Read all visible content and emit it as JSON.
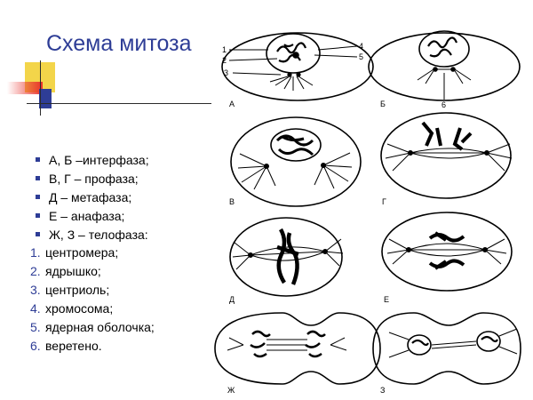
{
  "slide": {
    "title": "Схема митоза",
    "stages": [
      "А, Б –интерфаза;",
      "В, Г – профаза;",
      "Д – метафаза;",
      "Е – анафаза;",
      "Ж, З – телофаза:"
    ],
    "legend": [
      {
        "num": "1.",
        "text": "центромера;"
      },
      {
        "num": "2.",
        "text": "ядрышко;"
      },
      {
        "num": "3.",
        "text": "центриоль;"
      },
      {
        "num": "4.",
        "text": "хромосома;"
      },
      {
        "num": "5.",
        "text": "ядерная оболочка;"
      },
      {
        "num": "6.",
        "text": "веретено."
      }
    ]
  },
  "figure": {
    "panel_labels": [
      "А",
      "Б",
      "В",
      "Г",
      "Д",
      "Е",
      "Ж",
      "З"
    ],
    "callouts": {
      "left": [
        "1",
        "2",
        "3"
      ],
      "right": [
        "4",
        "5"
      ],
      "bottom": "6"
    }
  },
  "colors": {
    "title": "#2e3d96",
    "bullet": "#2e3d96",
    "deco_yellow": "#f3d54a",
    "deco_red": "#e8322d",
    "deco_blue": "#2e3d96"
  }
}
